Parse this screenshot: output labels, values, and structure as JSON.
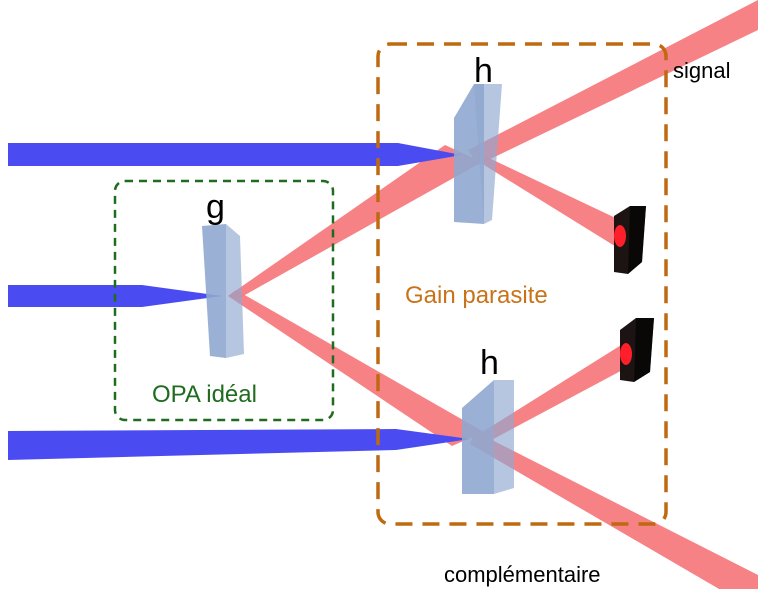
{
  "labels": {
    "crystal_g": "g",
    "crystal_h_top": "h",
    "crystal_h_bottom": "h",
    "signal": "signal",
    "complementaire": "complémentaire",
    "opa_ideal": "OPA idéal",
    "gain_parasite": "Gain parasite"
  },
  "colors": {
    "pump_beam": "#4a4cf2",
    "red_beam": "#f77b80",
    "crystal": "#8fa7cf",
    "opa_box": "#1f6b1f",
    "parasite_box": "#bf6a10",
    "opa_text": "#1f6b1f",
    "parasite_text": "#c8731a",
    "beam_dump": "#1b1412",
    "dump_glow": "#ff1f2a"
  }
}
